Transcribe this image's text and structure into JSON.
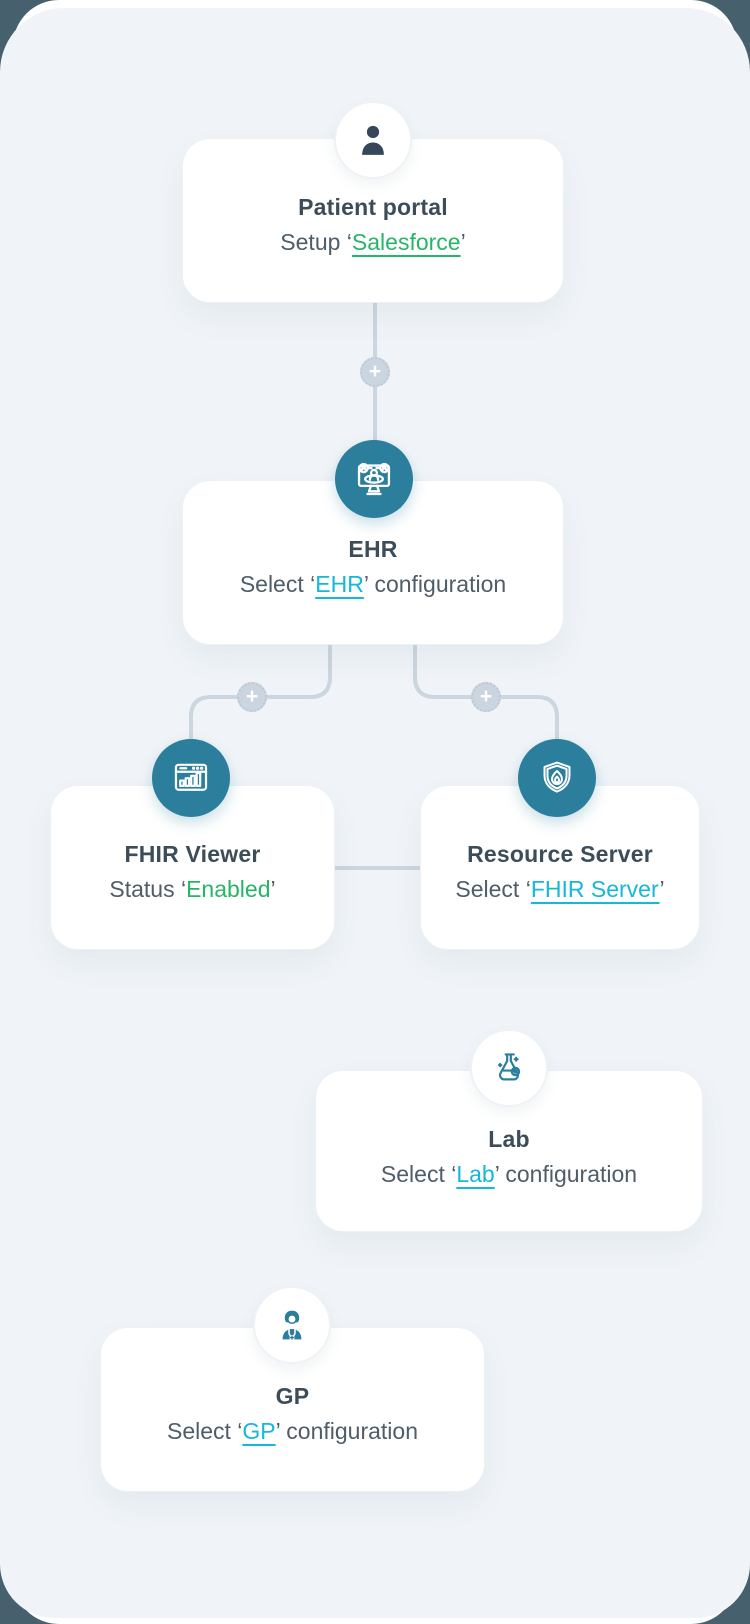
{
  "page": {
    "background_color": "#46606d",
    "canvas_color": "#f0f4f8"
  },
  "colors": {
    "accent_teal": "#2b7e9c",
    "link_cyan": "#14b8d8",
    "link_green": "#27b567",
    "status_green": "#27b567",
    "title_text": "#3d4c59",
    "body_text": "#4e5d69",
    "connector_line": "#ccd6de"
  },
  "connectors": {
    "add_button_label": "+"
  },
  "nodes": {
    "patient_portal": {
      "title": "Patient portal",
      "sub_prefix": "Setup ‘",
      "link": "Salesforce",
      "sub_suffix": "’",
      "icon": "user-icon"
    },
    "ehr": {
      "title": "EHR",
      "sub_prefix": "Select ‘",
      "link": "EHR",
      "sub_suffix": "’ configuration",
      "icon": "ehr-monitor-icon"
    },
    "fhir_viewer": {
      "title": "FHIR Viewer",
      "sub_prefix": "Status ‘",
      "status": "Enabled",
      "sub_suffix": "’",
      "icon": "browser-chart-icon"
    },
    "resource_server": {
      "title": "Resource Server",
      "sub_prefix": "Select ‘",
      "link": "FHIR Server",
      "sub_suffix": "’",
      "icon": "shield-flame-icon"
    },
    "lab": {
      "title": "Lab",
      "sub_prefix": "Select ‘",
      "link": "Lab",
      "sub_suffix": "’ configuration",
      "icon": "lab-flask-icon"
    },
    "gp": {
      "title": "GP",
      "sub_prefix": "Select ‘",
      "link": "GP",
      "sub_suffix": "’ configuration",
      "icon": "doctor-icon"
    }
  }
}
